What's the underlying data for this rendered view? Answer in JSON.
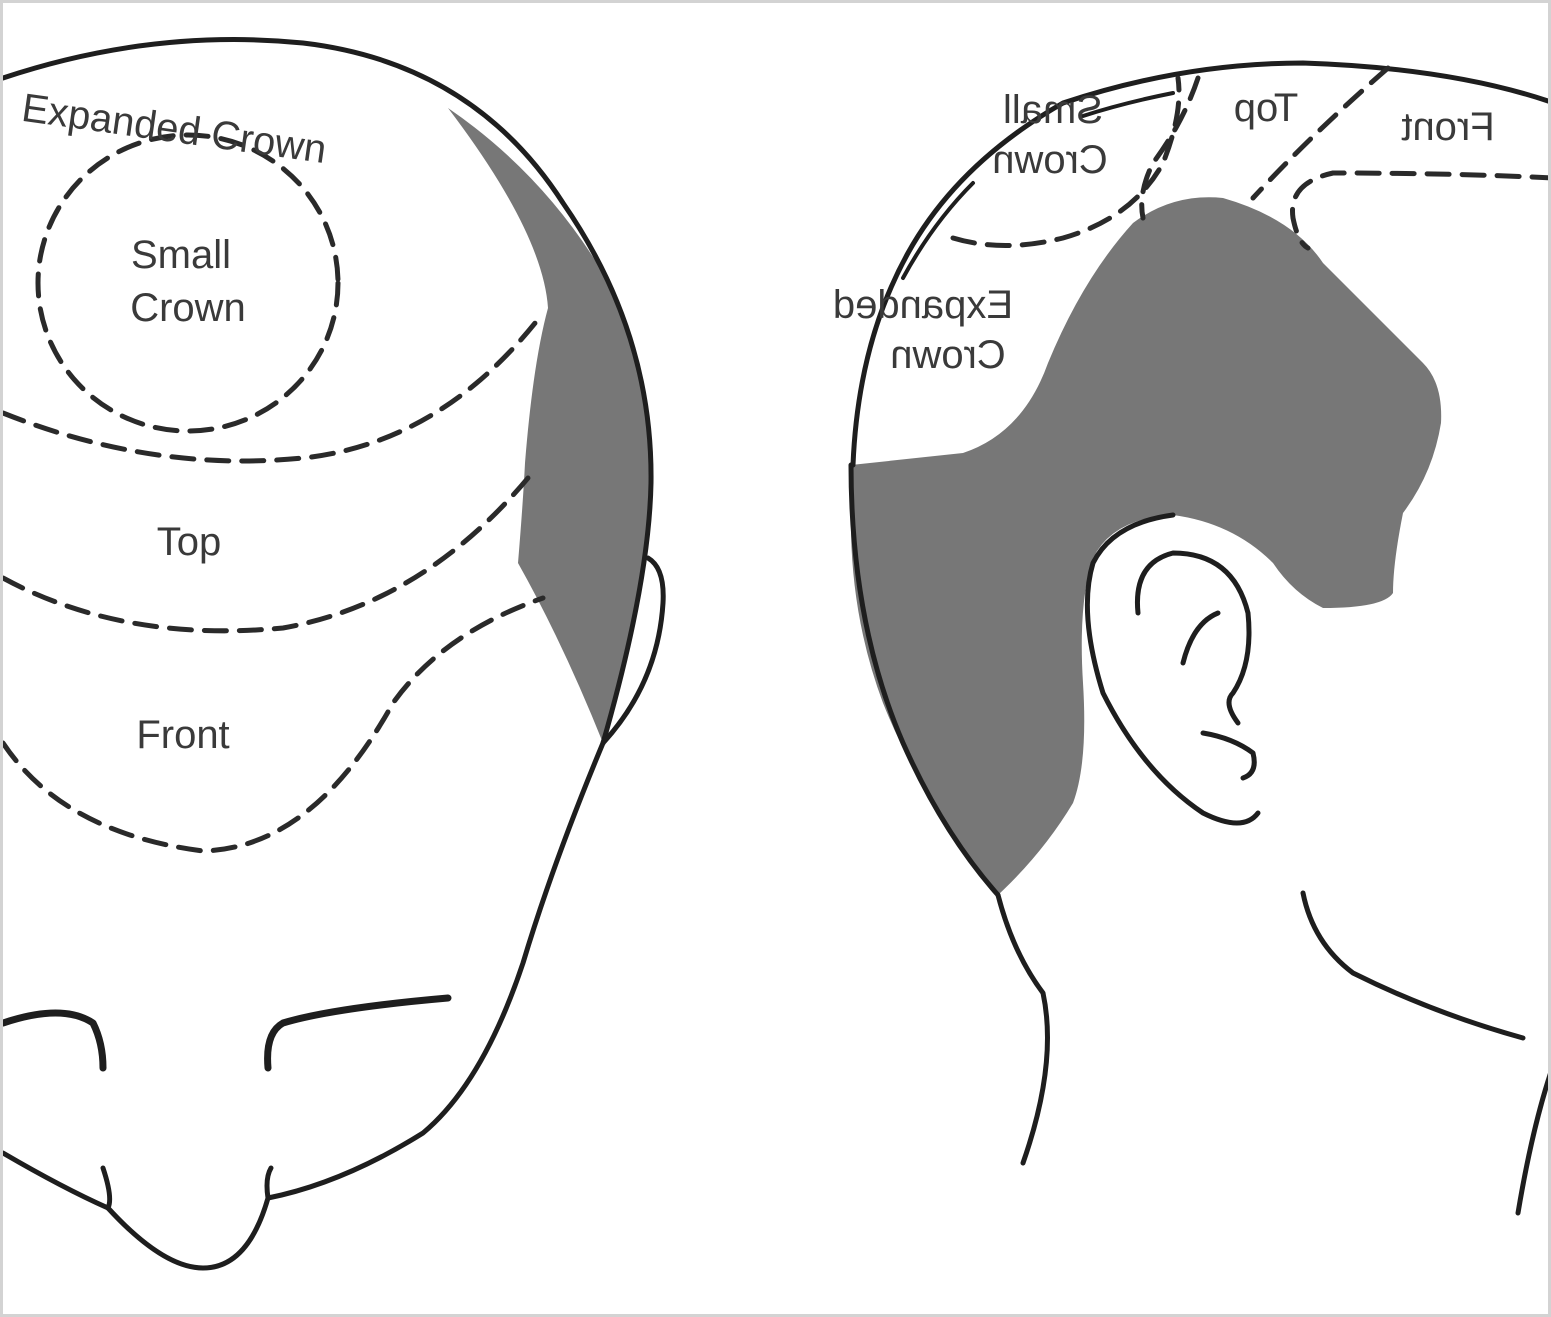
{
  "front_view": {
    "labels": {
      "expanded_crown": "Expanded Crown",
      "small_crown_line1": "Small",
      "small_crown_line2": "Crown",
      "top": "Top",
      "front": "Front"
    }
  },
  "side_view": {
    "labels": {
      "small_crown_line1": "Small",
      "small_crown_line2": "Crown",
      "top": "Top",
      "front": "Front",
      "expanded_crown_line1": "Expanded",
      "expanded_crown_line2": "Crown"
    }
  },
  "colors": {
    "line": "#1e1e1e",
    "shaded_region": "#777777",
    "text": "#3a3a3a",
    "border": "#d3d3d3"
  }
}
